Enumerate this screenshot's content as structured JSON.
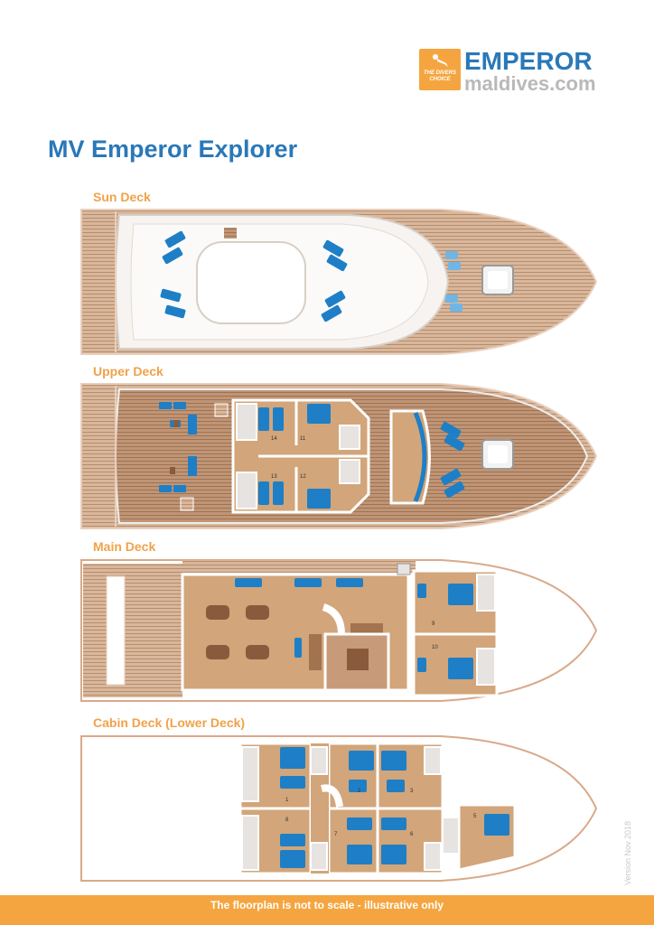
{
  "logo": {
    "brand": "EMPEROR",
    "domain": "maldives.com",
    "tagline": "THE DIVERS CHOICE",
    "badge_color": "#f5a540",
    "brand_color": "#2a78b8"
  },
  "title": "MV Emperor Explorer",
  "decks": {
    "sun": {
      "label": "Sun Deck"
    },
    "upper": {
      "label": "Upper Deck",
      "rooms": [
        "14",
        "11",
        "13",
        "12"
      ]
    },
    "main": {
      "label": "Main Deck",
      "rooms": [
        "9",
        "10"
      ]
    },
    "cabin": {
      "label": "Cabin Deck (Lower Deck)",
      "rooms": [
        "1",
        "2",
        "3",
        "8",
        "7",
        "6",
        "5"
      ]
    }
  },
  "version": "Version Nov 2018",
  "footer": "The floorplan is not to scale - illustrative only",
  "colors": {
    "accent": "#f0a24a",
    "deck_wood": "#c79b7a",
    "cabin_floor": "#d2a57a",
    "bed_blue": "#1e7fc6",
    "hull_line": "#d9a98a"
  }
}
